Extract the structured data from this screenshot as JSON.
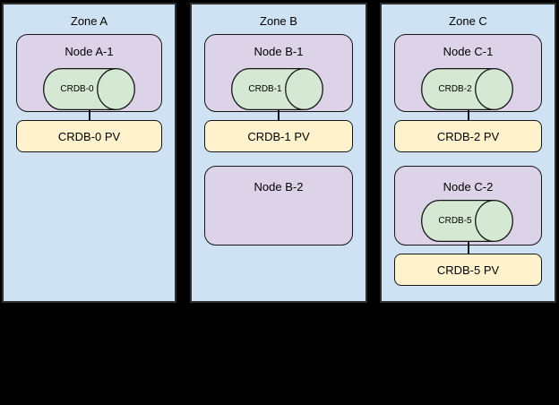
{
  "colors": {
    "background": "#000000",
    "zone_fill": "#cfe2f3",
    "zone_stroke": "#2e2e2e",
    "node_fill": "#ddd3e8",
    "cylinder_fill": "#d5e8d4",
    "pv_fill": "#fff2cc",
    "shape_stroke": "#161616",
    "text": "#000000"
  },
  "zones": [
    {
      "label": "Zone A",
      "nodes": [
        {
          "label": "Node A-1",
          "cylinder_label": "CRDB-0",
          "pv_label": "CRDB-0 PV"
        }
      ]
    },
    {
      "label": "Zone B",
      "nodes": [
        {
          "label": "Node B-1",
          "cylinder_label": "CRDB-1",
          "pv_label": "CRDB-1 PV"
        },
        {
          "label": "Node B-2"
        }
      ]
    },
    {
      "label": "Zone C",
      "nodes": [
        {
          "label": "Node C-1",
          "cylinder_label": "CRDB-2",
          "pv_label": "CRDB-2 PV"
        },
        {
          "label": "Node C-2",
          "cylinder_label": "CRDB-5",
          "pv_label": "CRDB-5 PV"
        }
      ]
    }
  ]
}
